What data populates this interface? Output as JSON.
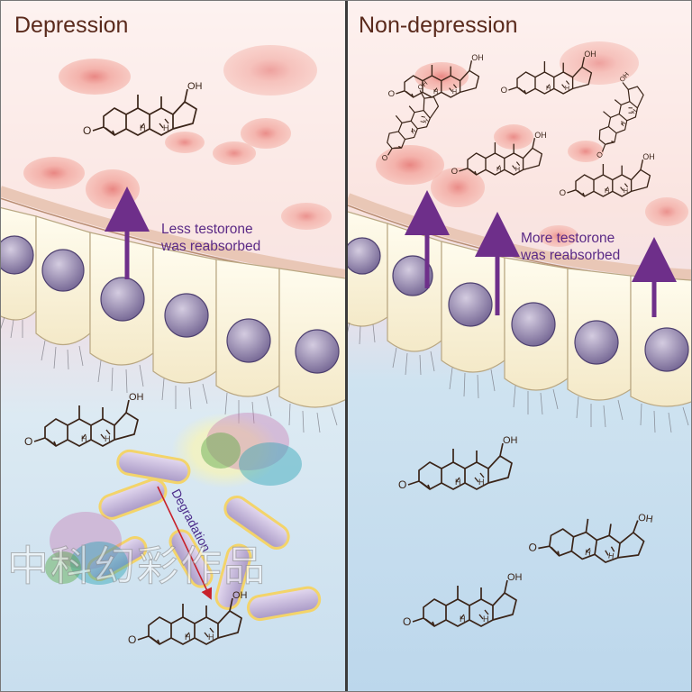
{
  "panels": {
    "left": {
      "title": "Depression",
      "note_line1": "Less testorone",
      "note_line2": "was reabsorbed",
      "process_label": "Degradation"
    },
    "right": {
      "title": "Non-depression",
      "note_line1": "More testorone",
      "note_line2": "was reabsorbed"
    }
  },
  "molecule_labels": {
    "hydroxyl": "OH",
    "oxygen": "O",
    "hydrogen": "H"
  },
  "watermark": "中科幻彩作品",
  "colors": {
    "title": "#5a2a1c",
    "note_text": "#5b2a86",
    "arrow": "#6e2f8a",
    "blood_cell": "#ee9a92",
    "cell_body": "#faf3dc",
    "nucleus": "#8c7fa8",
    "lumen": "#cfe3f0",
    "bacteria": "#c7b7dc"
  }
}
